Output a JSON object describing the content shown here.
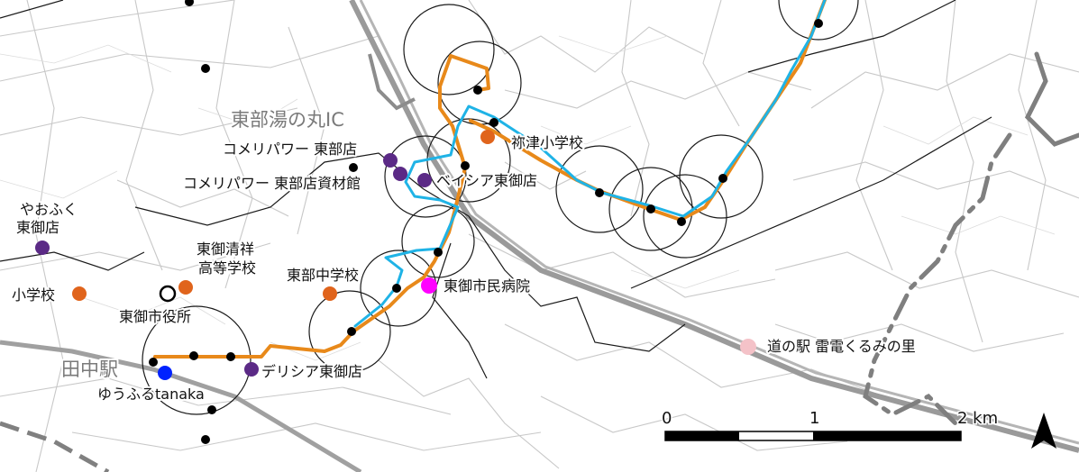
{
  "map": {
    "place_labels": {
      "interchange": "東部湯の丸IC",
      "station": "田中駅"
    },
    "pois": [
      {
        "id": "komeri-1",
        "name": "コメリパワー 東部店",
        "category": "store",
        "color": "#5b2a86"
      },
      {
        "id": "komeri-2",
        "name": "コメリパワー 東部店資材館",
        "category": "store",
        "color": "#5b2a86"
      },
      {
        "id": "beisia",
        "name": "ベイシア東御店",
        "category": "store",
        "color": "#5b2a86"
      },
      {
        "id": "yaofuku",
        "name": "やおふく東御店",
        "category": "store",
        "color": "#5b2a86"
      },
      {
        "id": "delicia",
        "name": "デリシア東御店",
        "category": "store",
        "color": "#5b2a86"
      },
      {
        "id": "negatsu-es",
        "name": "祢津小学校",
        "category": "school",
        "color": "#e0641c"
      },
      {
        "id": "tomi-seisho",
        "name": "東御清祥高等学校",
        "category": "school",
        "color": "#e0641c"
      },
      {
        "id": "tobu-jhs",
        "name": "東部中学校",
        "category": "school",
        "color": "#e0641c"
      },
      {
        "id": "left-es",
        "name": "小学校",
        "category": "school",
        "color": "#e0641c"
      },
      {
        "id": "hospital",
        "name": "東御市民病院",
        "category": "hospital",
        "color": "#ff00ff"
      },
      {
        "id": "city-hall",
        "name": "東御市役所",
        "category": "city-hall",
        "color": "#000000"
      },
      {
        "id": "yufuru",
        "name": "ゆうふるtanaka",
        "category": "facility",
        "color": "#0022ff"
      },
      {
        "id": "michinoeki",
        "name": "道の駅 雷電くるみの里",
        "category": "facility",
        "color": "#f4c2c8"
      }
    ],
    "routes": [
      {
        "name": "orange-route",
        "color": "#e8891a"
      },
      {
        "name": "blue-route",
        "color": "#1fb3e6"
      }
    ],
    "scale_bar": {
      "labels": [
        "0",
        "1",
        "2 km"
      ],
      "ticks_km": [
        0,
        1,
        2
      ]
    },
    "north_arrow": {
      "icon": "north-arrow-icon"
    },
    "stop_color": "#000000"
  }
}
